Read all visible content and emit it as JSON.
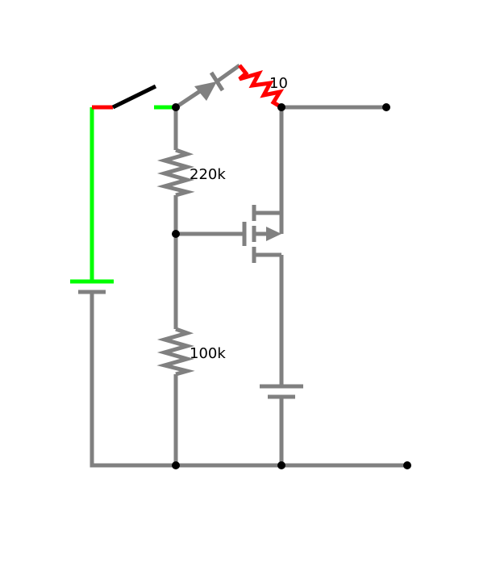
{
  "colors": {
    "wire": "#808080",
    "active": "#00ff00",
    "hot": "#ff0000",
    "switch_blade": "#000000",
    "node": "#000000"
  },
  "components": {
    "resistor_top_label": "10",
    "resistor_upper_label": "220k",
    "resistor_lower_label": "100k"
  }
}
